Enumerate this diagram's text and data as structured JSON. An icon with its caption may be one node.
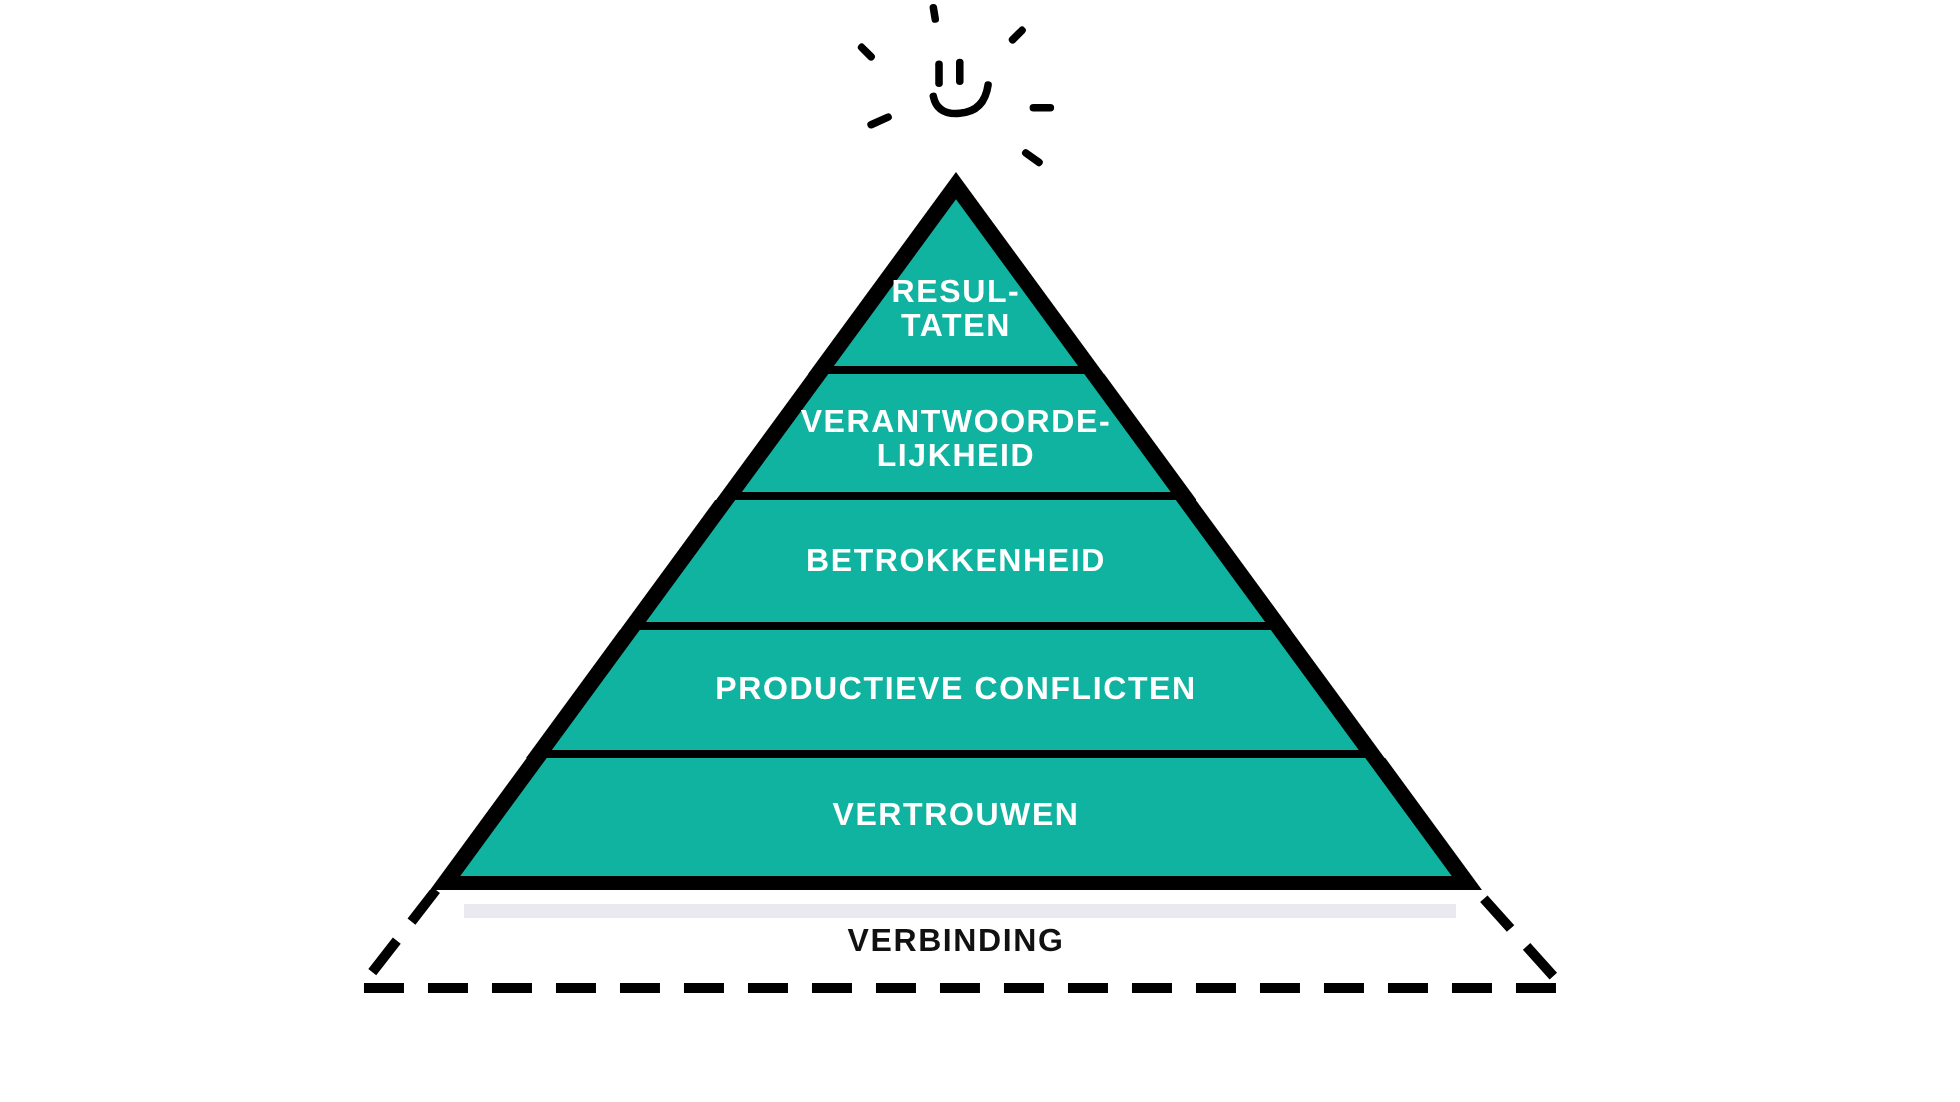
{
  "diagram": {
    "nodes": [
      {
        "text": [
          "RESUL- TATEN"
        ]
      },
      {
        "text": [
          "VERANTWOORDE- LIJKHEID"
        ]
      },
      {
        "text": [
          "BETROKKENHEID"
        ]
      },
      {
        "text": [
          "PRODUCTIEVE CONFLICTEN"
        ]
      },
      {
        "text": [
          "VERTROUWEN"
        ]
      },
      {
        "text": [
          "VERBINDING"
        ]
      }
    ]
  }
}
